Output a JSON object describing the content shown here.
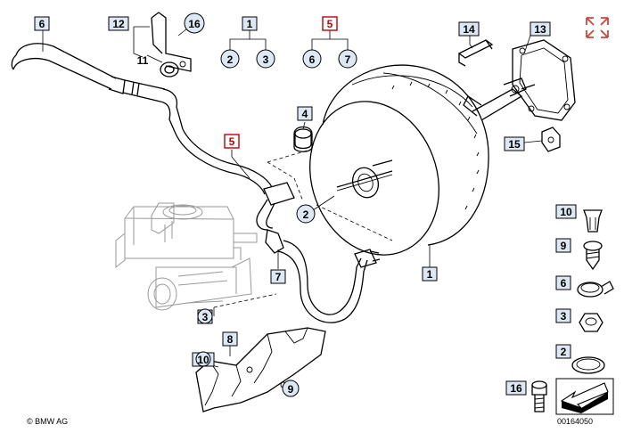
{
  "callouts": {
    "c6": "6",
    "c12": "12",
    "c16_top": "16",
    "c11": "11",
    "c1_top": "1",
    "c2_top": "2",
    "c3_top": "3",
    "c5_top": "5",
    "c6_mid": "6",
    "c7_top": "7",
    "c14": "14",
    "c13": "13",
    "c4": "4",
    "c15": "15",
    "c5_mid": "5",
    "c2_mid": "2",
    "c7_mid": "7",
    "c1_mid": "1",
    "c3_bottom": "3",
    "c8": "8",
    "c10_bottom": "10",
    "c9_bottom": "9"
  },
  "legend": [
    {
      "number": "10",
      "icon": "expanding-rivet-icon"
    },
    {
      "number": "9",
      "icon": "screw-icon"
    },
    {
      "number": "6",
      "icon": "hose-clamp-icon"
    },
    {
      "number": "3",
      "icon": "hex-nut-icon"
    },
    {
      "number": "2",
      "icon": "seal-ring-icon"
    },
    {
      "number": "16",
      "icon": "bolt-icon"
    }
  ],
  "footer": {
    "copyright": "© BMW AG",
    "diagram_id": "00164050"
  },
  "colors": {
    "callout_fill": "#dde8f4",
    "highlight_red": "#c00000",
    "expand_icon": "#d0453a"
  },
  "icons": {
    "expand": "expand-arrows-icon",
    "arrow": "direction-arrow-icon"
  }
}
